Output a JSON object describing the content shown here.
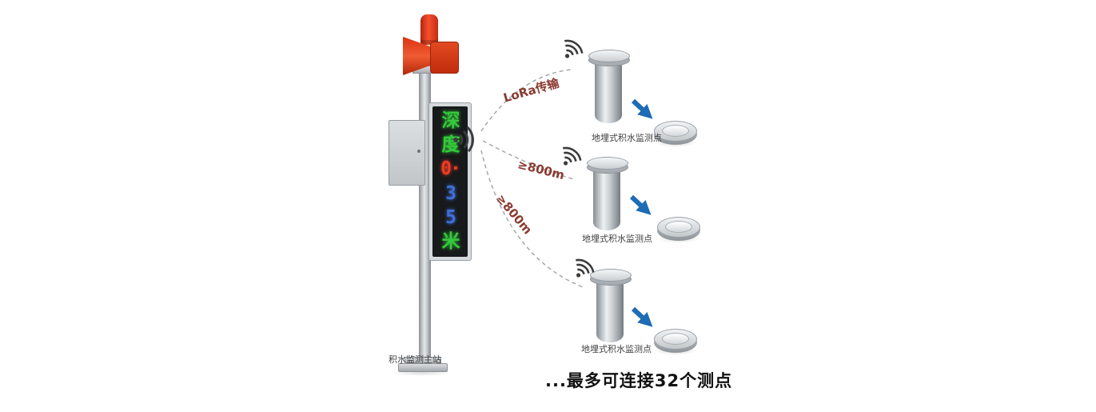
{
  "station": {
    "label": "积水监测主站",
    "display": {
      "chars": [
        {
          "t": "深",
          "c": "green"
        },
        {
          "t": "度",
          "c": "green"
        },
        {
          "t": "0·",
          "c": "red"
        },
        {
          "t": "3",
          "c": "blue"
        },
        {
          "t": "5",
          "c": "blue"
        },
        {
          "t": "米",
          "c": "green"
        }
      ]
    }
  },
  "links": [
    {
      "label": "LoRa传输"
    },
    {
      "label": "≥800m"
    },
    {
      "label": "≥800m"
    }
  ],
  "devices": [
    {
      "label": "地埋式积水监测点"
    },
    {
      "label": "地埋式积水监测点"
    },
    {
      "label": "地埋式积水监测点"
    }
  ],
  "footer": {
    "text": "...最多可连接32个测点"
  },
  "icons": {
    "station_signal": "wifi-waves",
    "device_signal": "wifi-waves",
    "alarm_beacon": "red-beacon-light",
    "alarm_horn": "red-horn-speaker",
    "arrow": "blue-arrow"
  },
  "colors": {
    "alarm_red": "#d9330f",
    "led_green": "#35c93c",
    "led_red": "#ea3b24",
    "led_blue": "#3f6fd8",
    "arrow_blue": "#1e6cb5",
    "link_line_gray": "#a3a9ae",
    "link_label_red": "#8a3a30",
    "steel_gray": "#c6cbcf"
  }
}
